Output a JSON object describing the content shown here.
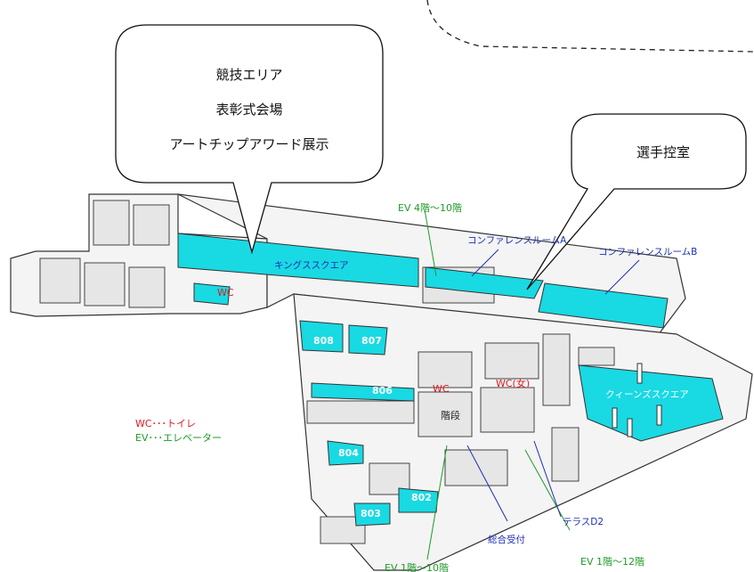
{
  "callouts": {
    "main_lines": [
      "競技エリア",
      "表彰式会場",
      "アートチップアワード展示"
    ],
    "players_room": "選手控室"
  },
  "labels": {
    "ev_4_10": "EV  4階～10階",
    "conference_a": "コンファレンスルームA",
    "conference_b": "コンファレンスルームB",
    "kings_square": "キングススクエア",
    "wc_left": "WC",
    "wc_center": "WC",
    "wc_women": "WC(女)",
    "queens_square": "クィーンズスクエア",
    "stairs": "階段",
    "terrace": "テラスD2",
    "reception": "総合受付",
    "ev_1_10": "EV  1階～10階",
    "ev_1_12": "EV  1階～12階"
  },
  "rooms": {
    "r808": "808",
    "r807": "807",
    "r806": "806",
    "r804": "804",
    "r803": "803",
    "r802": "802"
  },
  "legend": {
    "wc": "WC･･･トイレ",
    "ev": "EV･･･エレベーター"
  },
  "colors": {
    "highlight": "#19d9e3",
    "green": "#1f9a2a",
    "blue": "#1c2fb0",
    "red": "#e0191c"
  }
}
